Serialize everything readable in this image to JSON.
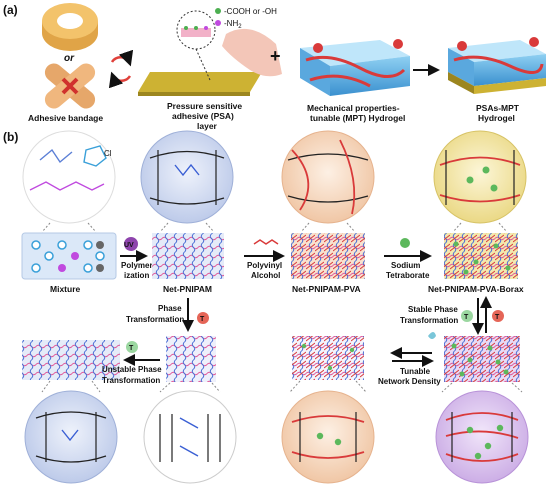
{
  "panel_a": {
    "label": "(a)",
    "or_text": "or",
    "bandage_label": "Adhesive bandage",
    "legend_cooh": "-COOH or -OH",
    "legend_nh2": "-NH",
    "legend_nh2_sub": "2",
    "psa_line1": "Pressure sensitive",
    "psa_line2": "adhesive (PSA)",
    "psa_line3": "layer",
    "plus": "+",
    "mpt_line1": "Mechanical properties-",
    "mpt_line2": "tunable (MPT) Hydrogel",
    "psamp_line1": "PSAs-MPT",
    "psamp_line2": "Hydrogel"
  },
  "panel_b": {
    "label": "(b)",
    "cl_top": "Cl",
    "uv": "UV",
    "mixture": "Mixture",
    "polymerization_1": "Polymer-",
    "polymerization_2": "ization",
    "net_pnipam": "Net-PNIPAM",
    "pva_1": "Polyvinyl",
    "pva_2": "Alcohol",
    "net_pnipam_pva": "Net-PNIPAM-PVA",
    "borate_1": "Sodium",
    "borate_2": "Tetraborate",
    "net_borax": "Net-PNIPAM-PVA-Borax",
    "phase_1": "Phase",
    "phase_2": "Transformation",
    "stable_1": "Stable Phase",
    "stable_2": "Transformation",
    "unstable_1": "Unstable Phase",
    "unstable_2": "Transformation",
    "tunable_1": "Tunable",
    "tunable_2": "Network Density",
    "temp": "T"
  },
  "colors": {
    "blue_net": "#5b7fd6",
    "red_chain": "#d93a3a",
    "green": "#5cb85c",
    "purple": "#c04adf",
    "panel_bg": "#dce3f5",
    "orange_bg": "#f8dcc4",
    "yellow_bg": "#f7edb3",
    "lavender_bg": "#e4d3f2"
  }
}
